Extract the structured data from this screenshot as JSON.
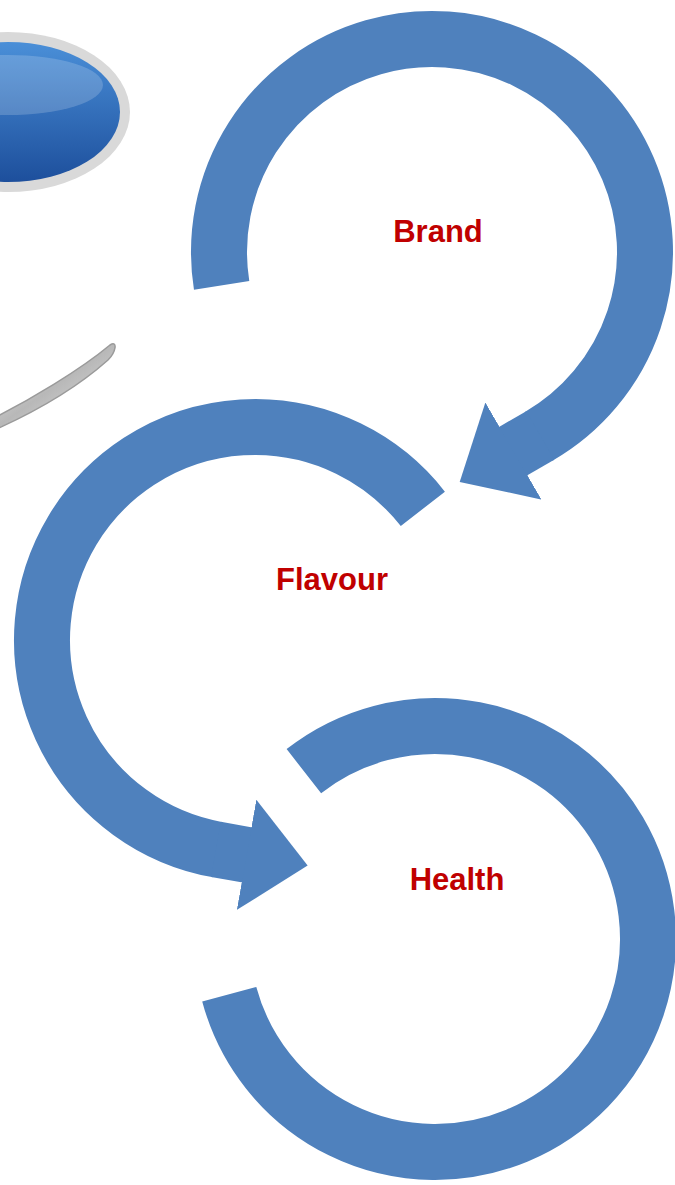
{
  "diagram": {
    "nodes": [
      {
        "text": [
          "Brand"
        ]
      },
      {
        "text": [
          "Flavour"
        ]
      },
      {
        "text": [
          "Health"
        ]
      }
    ],
    "edges": [
      {
        "from": 0,
        "to": 1,
        "arrow": "to"
      },
      {
        "from": 1,
        "to": 2,
        "arrow": "to"
      }
    ]
  }
}
